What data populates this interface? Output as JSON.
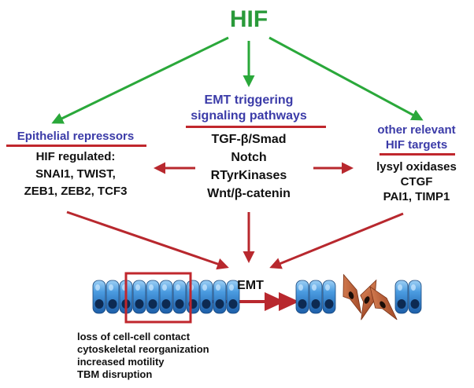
{
  "title": "HIF",
  "left": {
    "heading": "Epithelial repressors",
    "subheading": "HIF regulated:",
    "items": [
      "SNAI1, TWIST,",
      "ZEB1, ZEB2, TCF3"
    ]
  },
  "center": {
    "heading_line1": "EMT triggering",
    "heading_line2": "signaling pathways",
    "items": [
      "TGF-β/Smad",
      "Notch",
      "RTyrKinases",
      "Wnt/β-catenin"
    ]
  },
  "right": {
    "heading_line1": "other relevant",
    "heading_line2": "HIF targets",
    "items": [
      "lysyl oxidases",
      "CTGF",
      "PAI1, TIMP1"
    ]
  },
  "emt_label": "EMT",
  "effects": [
    "loss of cell-cell contact",
    "cytoskeletal reorganization",
    "increased motility",
    "TBM disruption"
  ],
  "colors": {
    "title": "#2a9a3a",
    "heading": "#3b3ba8",
    "underline": "#c0272d",
    "green_arrow": "#2aa83a",
    "red_arrow": "#b8282e",
    "cell_blue": "#3d8fd6",
    "cell_dark": "#0d2a52",
    "mesenchymal": "#c9683c"
  },
  "icons": [
    "epithelial-cell-row",
    "mesenchymal-cell",
    "arrow"
  ]
}
